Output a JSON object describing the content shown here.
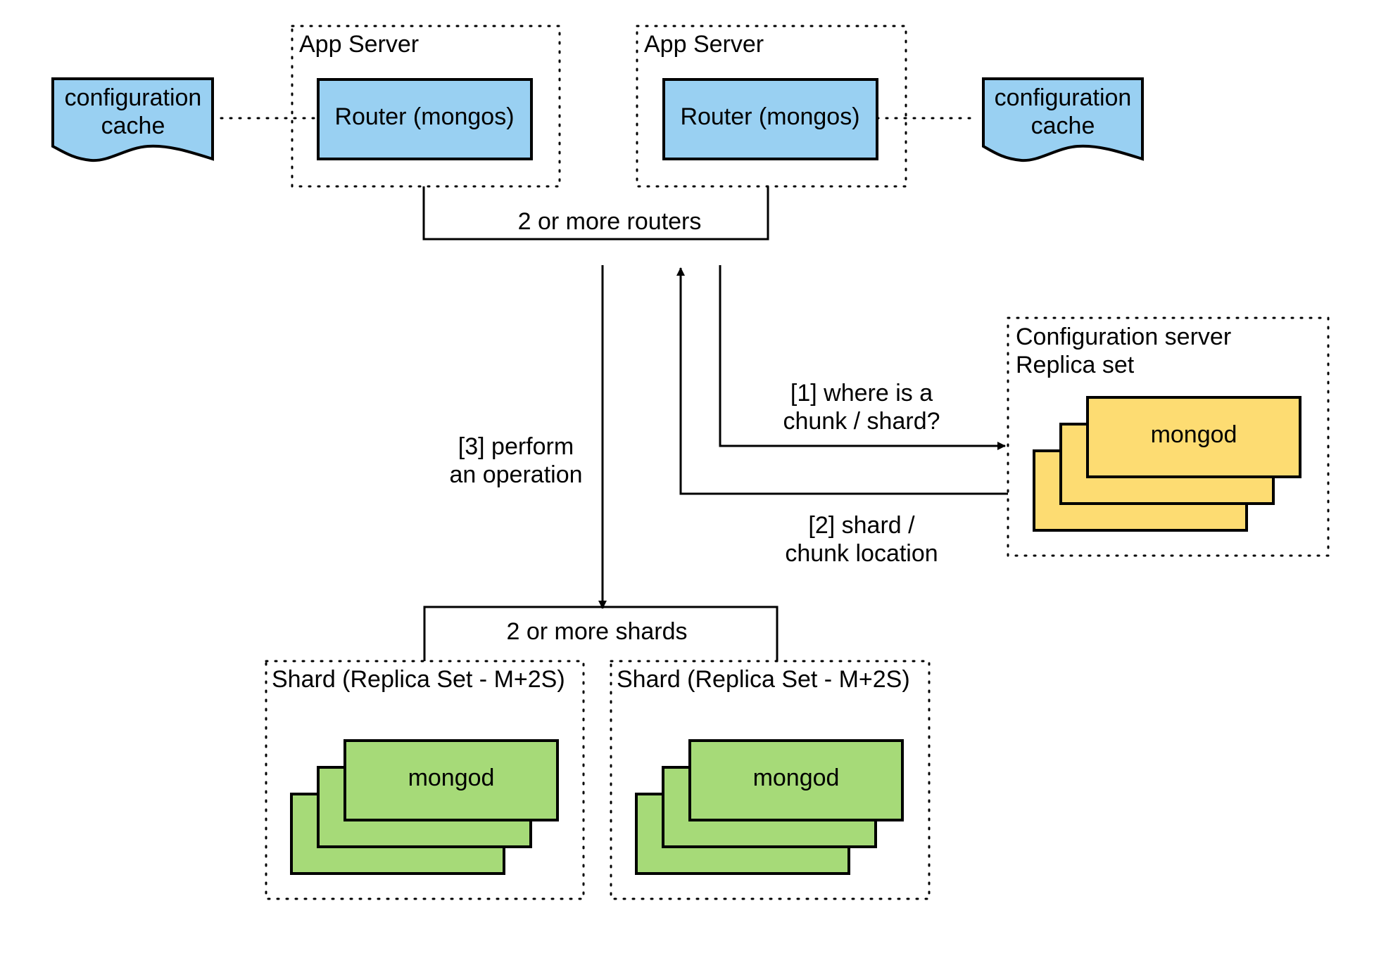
{
  "colors": {
    "router_fill": "#99d0f2",
    "cache_fill": "#99d0f2",
    "config_mongod_fill": "#fddc72",
    "shard_mongod_fill": "#a6da78"
  },
  "app_servers": [
    {
      "label": "App Server",
      "router_label": "Router (mongos)"
    },
    {
      "label": "App Server",
      "router_label": "Router (mongos)"
    }
  ],
  "caches": [
    {
      "line1": "configuration",
      "line2": "cache"
    },
    {
      "line1": "configuration",
      "line2": "cache"
    }
  ],
  "routers_group_label": "2 or more routers",
  "config_server": {
    "label_line1": "Configuration server",
    "label_line2": "Replica set",
    "mongod_label": "mongod"
  },
  "steps": {
    "step1_line1": "[1] where is a",
    "step1_line2": "chunk / shard?",
    "step2_line1": "[2] shard /",
    "step2_line2": "chunk location",
    "step3_line1": "[3] perform",
    "step3_line2": "an operation"
  },
  "shards_group_label": "2 or more shards",
  "shards": [
    {
      "label": "Shard (Replica Set - M+2S)",
      "mongod_label": "mongod"
    },
    {
      "label": "Shard (Replica Set - M+2S)",
      "mongod_label": "mongod"
    }
  ]
}
